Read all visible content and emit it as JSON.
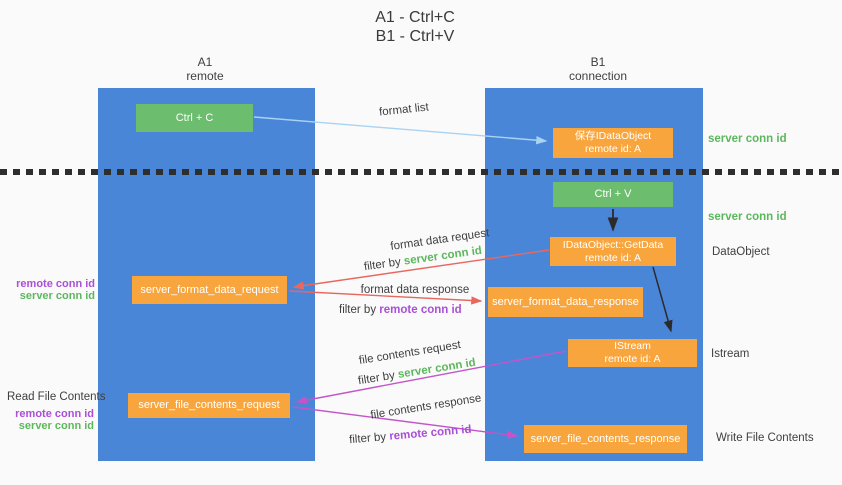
{
  "title": {
    "line1": "A1 - Ctrl+C",
    "line2": "B1 - Ctrl+V"
  },
  "columns": {
    "left": {
      "id": "A1",
      "subtitle": "remote"
    },
    "right": {
      "id": "B1",
      "subtitle": "connection"
    }
  },
  "boxes": {
    "ctrl_c": "Ctrl + C",
    "ctrl_v": "Ctrl + V",
    "save_dataobject": {
      "line1": "保存IDataObject",
      "line2": "remote id: A"
    },
    "getdata": {
      "line1": "IDataObject::GetData",
      "line2": "remote id: A"
    },
    "istream": {
      "line1": "IStream",
      "line2": "remote id: A"
    },
    "format_request": "server_format_data_request",
    "format_response": "server_format_data_response",
    "file_request": "server_file_contents_request",
    "file_response": "server_file_contents_response"
  },
  "arrow_labels": {
    "format_list": "format list",
    "format_data_request": "format data request",
    "format_data_response": "format data response",
    "file_contents_request": "file contents request",
    "file_contents_response": "file contents response",
    "filter_by": "filter by",
    "server_conn_id": "server conn id",
    "remote_conn_id": "remote conn id"
  },
  "side_labels": {
    "server_conn_id": "server conn id",
    "remote_conn_id": "remote conn id",
    "dataobject": "DataObject",
    "istream": "Istream",
    "read_file_contents": "Read File Contents",
    "write_file_contents": "Write File Contents"
  },
  "colors": {
    "column_blue": "#4a86d8",
    "box_green": "#6cbe6e",
    "box_orange": "#f9a53d",
    "arrow_blue": "#a9d3f2",
    "arrow_red": "#e8685e",
    "arrow_magenta": "#c355c8",
    "arrow_black": "#2b2b2b",
    "green_text": "#5cb85c",
    "purple_text": "#aa4fd6",
    "text_dark": "#3f3f3f"
  }
}
